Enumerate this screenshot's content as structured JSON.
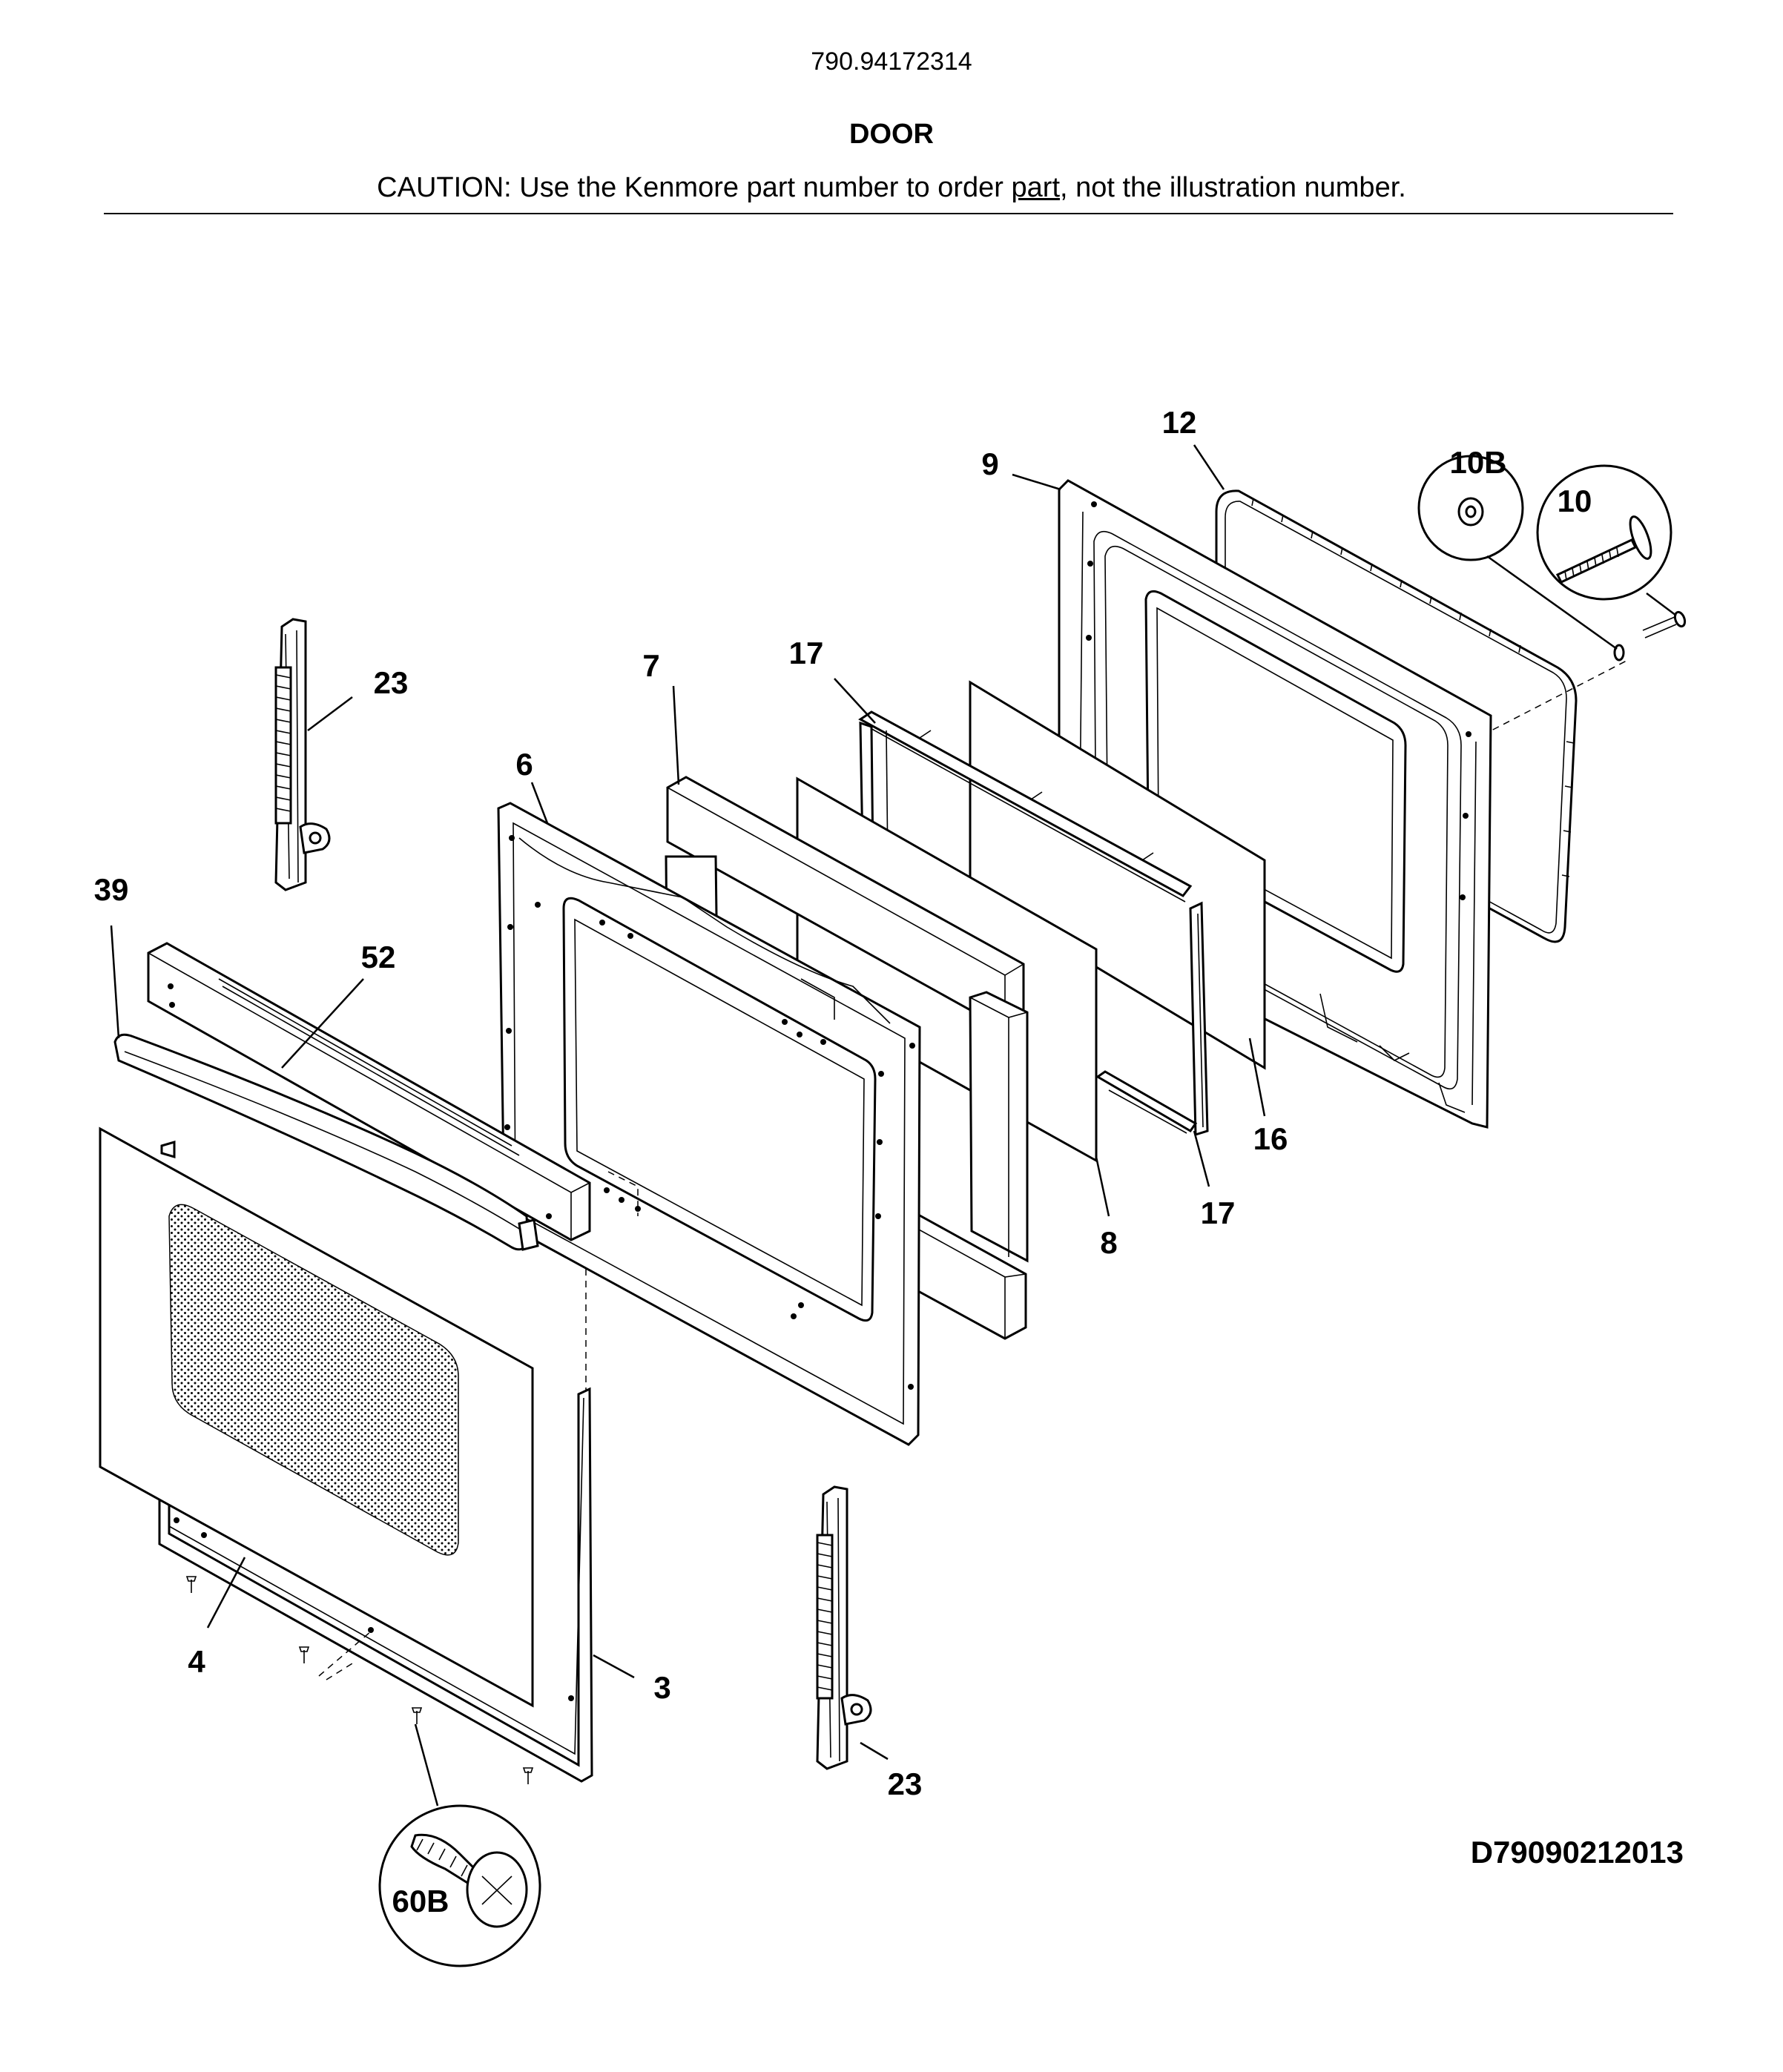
{
  "header": {
    "model_number": "790.94172314",
    "title": "DOOR",
    "caution_before": "CAUTION: Use the Kenmore part number to order ",
    "caution_link": "part",
    "caution_after": ", not the illustration number."
  },
  "callouts": {
    "c12": "12",
    "c9": "9",
    "c10b": "10B",
    "c10": "10",
    "c23_top": "23",
    "c7": "7",
    "c17_top": "17",
    "c6": "6",
    "c39": "39",
    "c52": "52",
    "c16": "16",
    "c17_bottom": "17",
    "c8": "8",
    "c4": "4",
    "c3": "3",
    "c23_bottom": "23",
    "c60b": "60B"
  },
  "diagram_code": "D79090212013",
  "colors": {
    "line": "#000000",
    "background": "#ffffff",
    "window_dots": "#000000"
  }
}
